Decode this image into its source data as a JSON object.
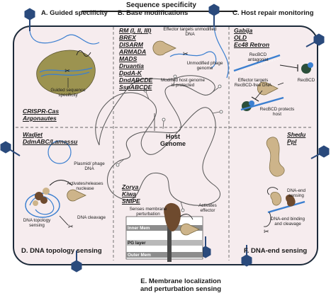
{
  "header": "Sequence specificity",
  "sections": {
    "a": "A. Guided specificity",
    "b": "B. Base modifications",
    "c": "C. Host repair monitoring",
    "d": "D. DNA topology sensing",
    "e": "E. Membrane localization and perturbation sensing",
    "f": "F. DNA-end sensing"
  },
  "systems": {
    "a": [
      "CRISPR-Cas",
      "Argonautes"
    ],
    "b": [
      "RM (I, II, III)",
      "BREX",
      "DISARM",
      "ARMADA",
      "MADS",
      "Druantia",
      "DpdA-K",
      "DndABCDE",
      "SspABCDE"
    ],
    "c": [
      "Gabija",
      "OLD",
      "Ec48 Retron"
    ],
    "d": [
      "Wadjet",
      "DdmABC/Lamassu"
    ],
    "e": [
      "Zorya",
      "Kiwa",
      "SNIPE"
    ],
    "f": [
      "Shedu",
      "Ppl"
    ]
  },
  "labels": {
    "guided": "Guided sequence specificity",
    "effector_unmodified": "Effector targets unmodified DNA",
    "unmodified_genome": "Unmodified phage genome",
    "modified_host": "Modified host genome is protected",
    "host_genome": "Host Genome",
    "recbcd_antagonist": "RecBCD antagonist",
    "recbcd": "RecBCD",
    "effector_recbcd": "Effector targets RecBCD-free DNA",
    "recbcd_protects": "RecBCD protects host",
    "plasmid": "Plasmid/ phage DNA",
    "activates_nuclease": "Activates/releases nuclease",
    "topology": "DNA topology sensing",
    "dna_cleavage": "DNA cleavage",
    "senses_membrane": "Senses membrane perturbation",
    "activates_effector": "Activates effector",
    "inner_mem": "Inner Mem",
    "pg_layer": "PG layer",
    "outer_mem": "Outer Mem",
    "dna_end_sensing": "DNA-end sensing",
    "dna_end_binding": "DNA-end binding and cleavage"
  },
  "colors": {
    "cell_fill": "#f6ecee",
    "cell_border": "#1c2a3a",
    "phage": "#2a4a7c",
    "dna_blue": "#3b7fd0",
    "protein_olive": "#9c9350",
    "protein_tan": "#cdb48a",
    "protein_brown": "#6e4a2e",
    "membrane_gray": "#8d8d8d"
  }
}
